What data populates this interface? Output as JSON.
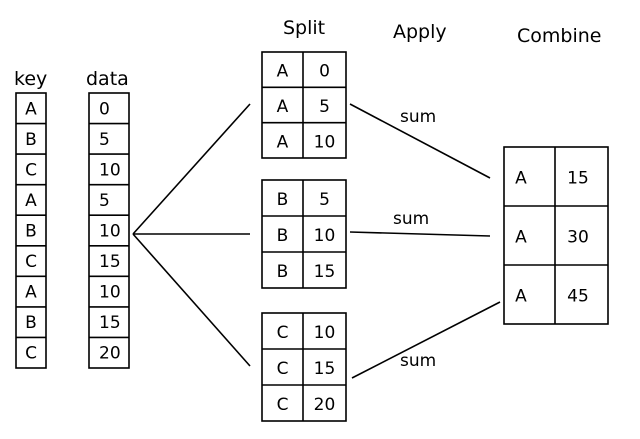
{
  "headers": {
    "key": "key",
    "data": "data",
    "split": "Split",
    "apply": "Apply",
    "combine": "Combine"
  },
  "key_column": [
    "A",
    "B",
    "C",
    "A",
    "B",
    "C",
    "A",
    "B",
    "C"
  ],
  "data_column": [
    "0",
    "5",
    "10",
    "5",
    "10",
    "15",
    "10",
    "15",
    "20"
  ],
  "split_groups": [
    {
      "rows": [
        [
          "A",
          "0"
        ],
        [
          "A",
          "5"
        ],
        [
          "A",
          "10"
        ]
      ]
    },
    {
      "rows": [
        [
          "B",
          "5"
        ],
        [
          "B",
          "10"
        ],
        [
          "B",
          "15"
        ]
      ]
    },
    {
      "rows": [
        [
          "C",
          "10"
        ],
        [
          "C",
          "15"
        ],
        [
          "C",
          "20"
        ]
      ]
    }
  ],
  "apply_labels": [
    "sum",
    "sum",
    "sum"
  ],
  "combine_rows": [
    [
      "A",
      "15"
    ],
    [
      "A",
      "30"
    ],
    [
      "A",
      "45"
    ]
  ]
}
